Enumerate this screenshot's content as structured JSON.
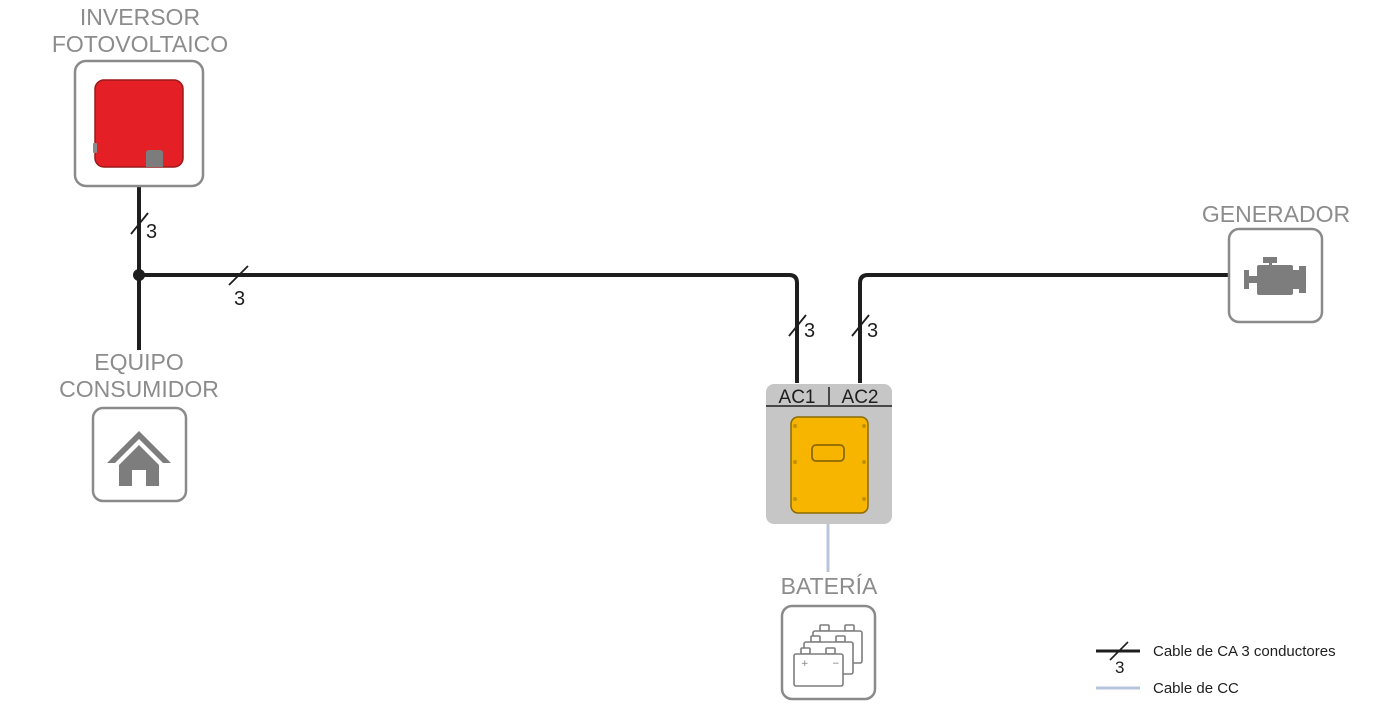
{
  "components": {
    "inverter": {
      "label_line1": "INVERSOR",
      "label_line2": "FOTOVOLTAICO",
      "icon": "pv-inverter-icon"
    },
    "consumer": {
      "label_line1": "EQUIPO",
      "label_line2": "CONSUMIDOR",
      "icon": "house-icon"
    },
    "generator": {
      "label": "GENERADOR",
      "icon": "engine-icon"
    },
    "battery": {
      "label": "BATERÍA",
      "icon": "battery-bank-icon"
    },
    "battery_inverter": {
      "port_ac1": "AC1",
      "port_ac2": "AC2",
      "icon": "battery-inverter-icon"
    }
  },
  "wires": {
    "inverter_to_junction": "3",
    "junction_to_ac1": "3",
    "ac1_drop": "3",
    "ac2_drop": "3"
  },
  "legend": {
    "ac_cable_label": "Cable de CA 3 conductores",
    "ac_cable_conductors": "3",
    "dc_cable_label": "Cable de CC"
  },
  "colors": {
    "ac_cable": "#1e1e1e",
    "dc_cable": "#b8c4dc",
    "pv_inverter": "#e41f26",
    "battery_inverter": "#f7b500",
    "outline": "#8a8a8a"
  }
}
